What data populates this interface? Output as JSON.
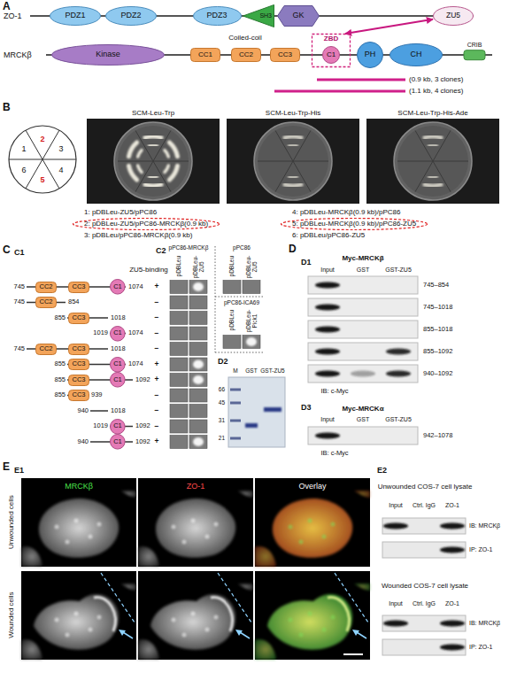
{
  "diagram": {
    "nodes": [
      {
        "text": [
          "PDZ1"
        ]
      },
      {
        "text": [
          "PDZ2"
        ]
      },
      {
        "text": [
          "PDZ3"
        ]
      },
      {
        "text": [
          "SH3"
        ]
      },
      {
        "text": [
          "GK"
        ]
      },
      {
        "text": [
          "ZU5"
        ]
      },
      {
        "text": [
          "Kinase"
        ]
      },
      {
        "text": [
          "CC1"
        ]
      },
      {
        "text": [
          "CC2"
        ]
      },
      {
        "text": [
          "CC3"
        ]
      },
      {
        "text": [
          "ZBD"
        ]
      },
      {
        "text": [
          "C1"
        ],
        "in": 10
      },
      {
        "text": [
          "PH"
        ]
      },
      {
        "text": [
          "CH"
        ]
      },
      {
        "text": [
          "CRIB"
        ]
      },
      {
        "text": [
          "2: pDBLeu-ZU5/pPC86-MRCKβ(0.9 kb)"
        ]
      },
      {
        "text": [
          "5: pDBLeu-MRCKβ(0.9 kb)/pPC86-ZU5"
        ]
      },
      {
        "text": [
          "CC2"
        ]
      },
      {
        "text": [
          "CC3"
        ]
      },
      {
        "text": [
          "C1"
        ]
      },
      {
        "text": [
          "CC2"
        ]
      },
      {
        "text": [
          "CC3"
        ]
      },
      {
        "text": [
          "C1"
        ]
      },
      {
        "text": [
          "CC2"
        ]
      },
      {
        "text": [
          "CC3"
        ]
      },
      {
        "text": [
          "CC3"
        ]
      },
      {
        "text": [
          "C1"
        ]
      },
      {
        "text": [
          "CC3"
        ]
      },
      {
        "text": [
          "C1"
        ]
      },
      {
        "text": [
          "CC3"
        ]
      },
      {
        "text": [
          "C1"
        ]
      },
      {
        "text": [
          "C1"
        ]
      }
    ],
    "edges": [
      {
        "from": 5,
        "to": 10,
        "arrow": "both"
      }
    ],
    "labels": [
      "A",
      "ZO-1",
      "MRCKβ",
      "Coiled-coil",
      "(0.9 kb, 3 clones)",
      "(1.1 kb, 4 clones)",
      "B",
      "1",
      "2",
      "3",
      "4",
      "5",
      "6",
      "SCM-Leu-Trp",
      "SCM-Leu-Trp-His",
      "SCM-Leu-Trp-His-Ade",
      "1: pDBLeu-ZU5/pPC86",
      "3: pDBLeu/pPC86-MRCKβ(0.9 kb)",
      "4: pDBLeu-MRCKβ(0.9 kb)/pPC86",
      "6: pDBLeu/pPC86-ZU5",
      "C",
      "C1",
      "ZU5-binding",
      "745",
      "1074",
      "+",
      "745",
      "854",
      "−",
      "855",
      "1018",
      "−",
      "1019",
      "1074",
      "−",
      "745",
      "1018",
      "−",
      "855",
      "1074",
      "+",
      "855",
      "1092",
      "+",
      "855",
      "939",
      "−",
      "940",
      "1018",
      "−",
      "1019",
      "1092",
      "−",
      "940",
      "1092",
      "+",
      "C2",
      "pPC86-MRCKβ",
      "pDBLeu",
      "pDBLeu-ZU5",
      "pPC86",
      "pDBLeu",
      "pDBLeu-ZU5",
      "pPC86-ICA69",
      "pDBLeu",
      "pDBLeu-Pick1",
      "D2",
      "M",
      "GST",
      "GST-ZU5",
      "66",
      "45",
      "31",
      "21",
      "D",
      "D1",
      "Myc-MRCKβ",
      "Input",
      "GST",
      "GST-ZU5",
      "745–854",
      "745–1018",
      "855–1018",
      "855–1092",
      "940–1092",
      "IB: c-Myc",
      "D3",
      "Myc-MRCKα",
      "Input",
      "GST",
      "GST-ZU5",
      "942–1078",
      "IB: c-Myc",
      "E",
      "E1",
      "MRCKβ",
      "ZO-1",
      "Overlay",
      "Unwounded cells",
      "Wounded cells",
      "E2",
      "Unwounded COS-7 cell lysate",
      "Input",
      "Ctrl. IgG",
      "ZO-1",
      "IB: MRCKβ",
      "IP: ZO-1",
      "Wounded COS-7 cell lysate",
      "Input",
      "Ctrl. IgG",
      "ZO-1",
      "IB: MRCKβ",
      "IP: ZO-1"
    ]
  }
}
